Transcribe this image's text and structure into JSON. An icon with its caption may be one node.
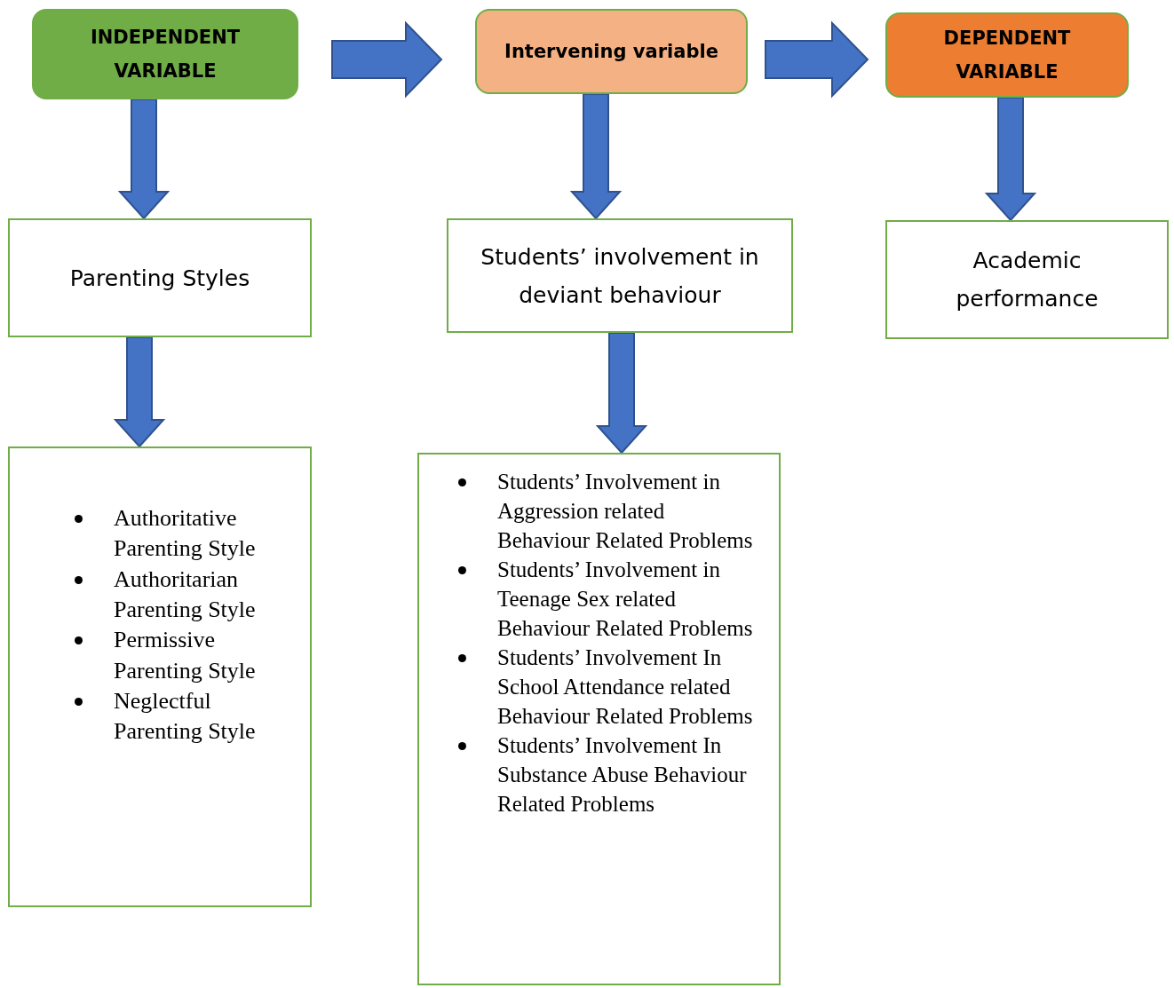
{
  "diagram": {
    "nodes": [
      {
        "text": [
          "INDEPENDENT VARIABLE"
        ]
      },
      {
        "text": [
          "Intervening variable"
        ]
      },
      {
        "text": [
          "DEPENDENT VARIABLE"
        ]
      },
      {
        "text": [
          "Parenting Styles"
        ]
      },
      {
        "text": [
          "Students’ involvement in deviant behaviour"
        ]
      },
      {
        "text": [
          "Academic performance"
        ]
      },
      {
        "text": [
          "Authoritative Parenting Style",
          "Authoritarian Parenting Style",
          "Permissive Parenting Style",
          "Neglectful Parenting Style"
        ]
      },
      {
        "text": [
          "Students’ Involvement in Aggression related Behaviour Related Problems",
          "Students’ Involvement in Teenage Sex related Behaviour Related Problems",
          "Students’ Involvement In School Attendance related Behaviour Related Problems",
          "Students’ Involvement In Substance Abuse Behaviour Related Problems"
        ]
      }
    ],
    "edges": [
      {
        "from": 0,
        "to": 1,
        "arrow": "to"
      },
      {
        "from": 1,
        "to": 2,
        "arrow": "to"
      },
      {
        "from": 0,
        "to": 3,
        "arrow": "to"
      },
      {
        "from": 1,
        "to": 4,
        "arrow": "to"
      },
      {
        "from": 2,
        "to": 5,
        "arrow": "to"
      },
      {
        "from": 3,
        "to": 6,
        "arrow": "to"
      },
      {
        "from": 4,
        "to": 7,
        "arrow": "to"
      }
    ]
  }
}
